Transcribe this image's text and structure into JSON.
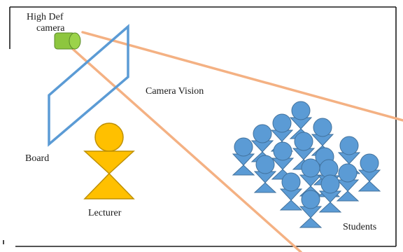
{
  "labels": {
    "camera_line1": "High Def",
    "camera_line2": "camera",
    "camera_vision": "Camera Vision",
    "board": "Board",
    "lecturer": "Lecturer",
    "students": "Students"
  },
  "colors": {
    "frame": "#1c1c1c",
    "board_outline": "#5b9bd5",
    "vision_lines": "#f4b183",
    "camera_body": "#8dc63f",
    "camera_outline": "#5a8a2a",
    "lecturer_fill": "#ffc000",
    "lecturer_outline": "#bf9000",
    "student_fill": "#5b9bd5",
    "student_outline": "#41719c"
  },
  "icons": {
    "camera": "camera-icon",
    "lecturer": "person-icon",
    "student": "person-icon"
  }
}
